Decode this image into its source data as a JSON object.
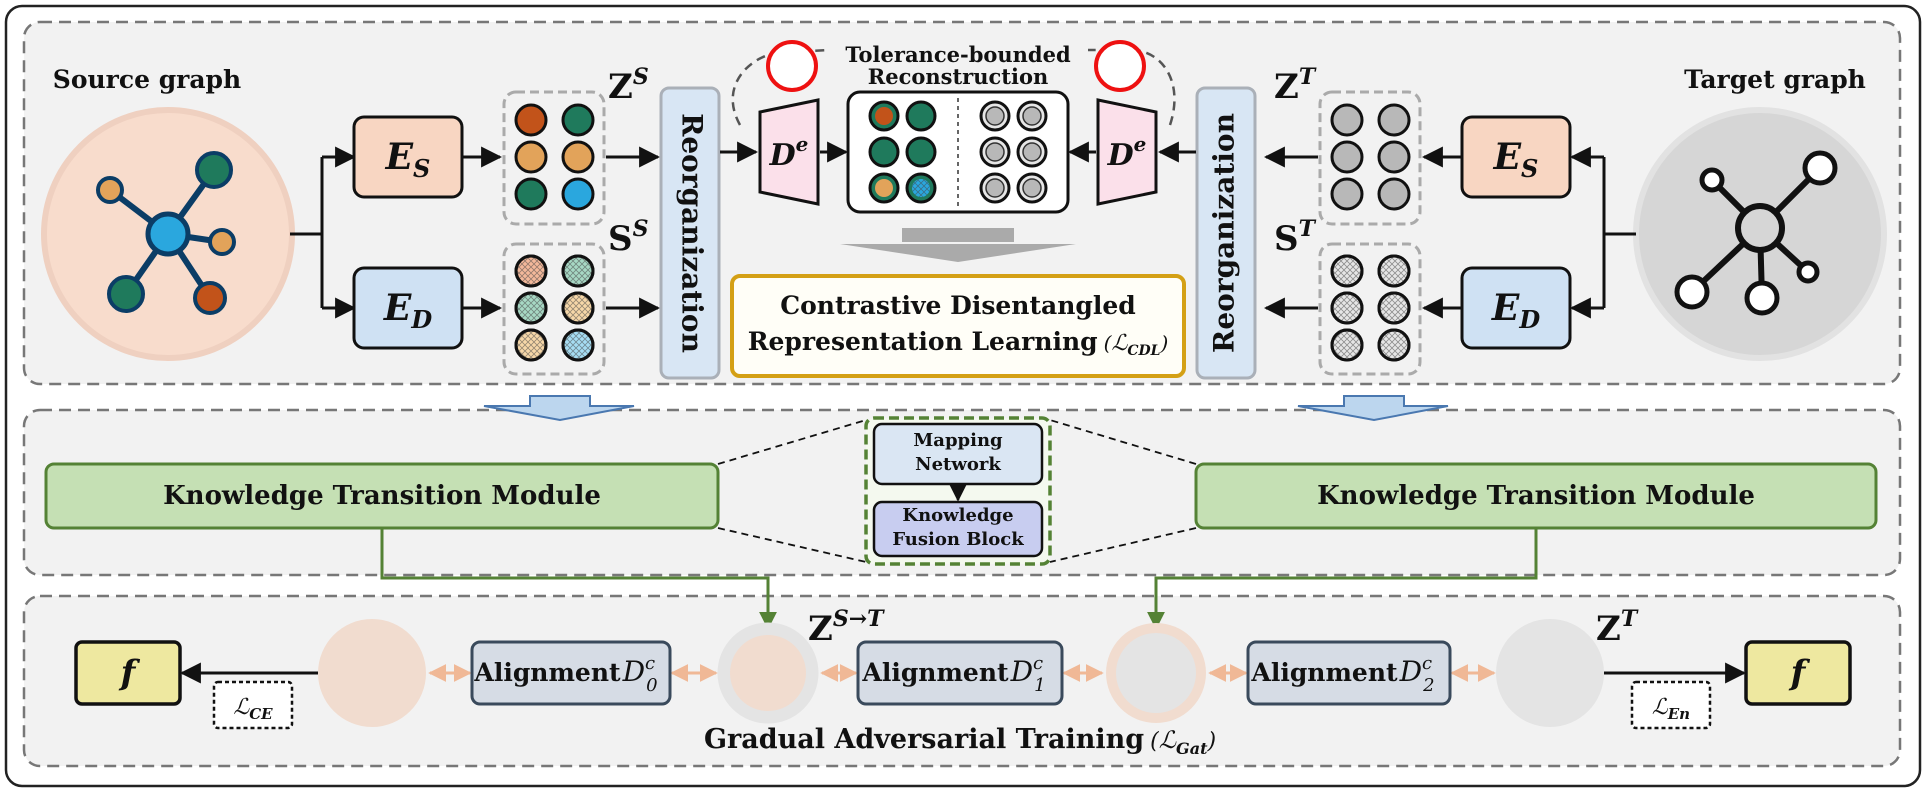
{
  "top": {
    "source_label": "Source graph",
    "target_label": "Target graph",
    "encoder_s_left": {
      "main": "E",
      "sub": "S"
    },
    "encoder_d_left": {
      "main": "E",
      "sub": "D"
    },
    "encoder_s_right": {
      "main": "E",
      "sub": "S"
    },
    "encoder_d_right": {
      "main": "E",
      "sub": "D"
    },
    "z_s": {
      "main": "Z",
      "sup": "S"
    },
    "s_s": {
      "main": "S",
      "sup": "S"
    },
    "z_t": {
      "main": "Z",
      "sup": "T"
    },
    "s_t": {
      "main": "S",
      "sup": "T"
    },
    "reorg_left": "Reorganization",
    "reorg_right": "Reorganization",
    "decoder_left": {
      "main": "D",
      "sup": "e"
    },
    "decoder_right": {
      "main": "D",
      "sup": "e"
    },
    "recon_title_1": "Tolerance-bounded",
    "recon_title_2": "Reconstruction",
    "cdl_line1": "Contrastive Disentangled",
    "cdl_line2": "Representation Learning",
    "cdl_loss": {
      "main": "ℒ",
      "sub": "CDL"
    }
  },
  "middle": {
    "ktm_left": "Knowledge Transition Module",
    "ktm_right": "Knowledge Transition Module",
    "mapping_1": "Mapping",
    "mapping_2": "Network",
    "fusion_1": "Knowledge",
    "fusion_2": "Fusion Block"
  },
  "bottom": {
    "f_left": "f",
    "f_right": "f",
    "loss_ce": {
      "main": "ℒ",
      "sub": "CE"
    },
    "loss_en": {
      "main": "ℒ",
      "sub": "En"
    },
    "align_label": "Alignment",
    "align0": {
      "main": "D",
      "sup": "c",
      "sub": "0"
    },
    "align1": {
      "main": "D",
      "sup": "c",
      "sub": "1"
    },
    "align2": {
      "main": "D",
      "sup": "c",
      "sub": "2"
    },
    "z_st": {
      "main": "Z",
      "sup": "S→T"
    },
    "z_t": {
      "main": "Z",
      "sup": "T"
    },
    "gat_label": "Gradual Adversarial Training",
    "gat_loss": {
      "main": "ℒ",
      "sub": "Gat"
    }
  },
  "colors": {
    "teal": "#1f7a5c",
    "orange": "#e2a35a",
    "rust": "#c2531a",
    "blue": "#2aa7de",
    "es_fill": "#f8d6c2",
    "ed_fill": "#cfe1f3",
    "ktm_fill": "#c5e0b4",
    "ktm_stroke": "#548235",
    "cdl_stroke": "#d4a015",
    "f_fill": "#eee8a0",
    "align_fill": "#d6dce5"
  }
}
